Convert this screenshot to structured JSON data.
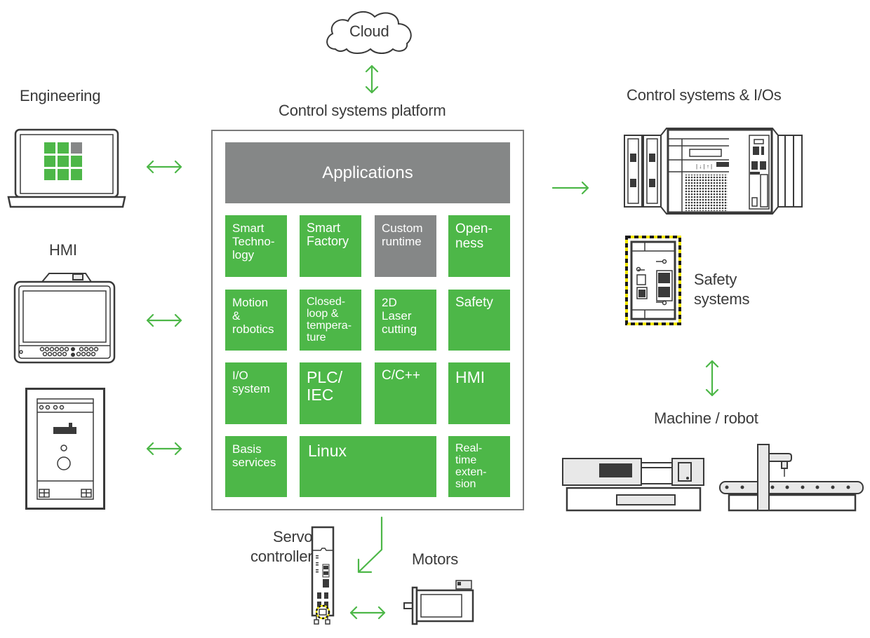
{
  "colors": {
    "accent_green": "#4db748",
    "platform_gray": "#858787",
    "outline": "#3a3a3a",
    "safety_yellow": "#f5e800"
  },
  "cloud": {
    "label": "Cloud",
    "icon": "cloud-icon"
  },
  "platform": {
    "title": "Control systems platform",
    "applications_label": "Applications",
    "tiles": [
      {
        "label": "Smart\nTechno-\nlogy",
        "style": "green"
      },
      {
        "label": "Smart\nFactory",
        "style": "green"
      },
      {
        "label": "Custom\nruntime",
        "style": "gray"
      },
      {
        "label": "Open-\nness",
        "style": "green"
      },
      {
        "label": "Motion\n&\nrobotics",
        "style": "green"
      },
      {
        "label": "Closed-\nloop &\ntempera-\nture",
        "style": "green"
      },
      {
        "label": "2D\nLaser\ncutting",
        "style": "green"
      },
      {
        "label": "Safety",
        "style": "green"
      },
      {
        "label": "I/O\nsystem",
        "style": "green"
      },
      {
        "label": "PLC/\nIEC",
        "style": "green"
      },
      {
        "label": "C/C++",
        "style": "green"
      },
      {
        "label": "HMI",
        "style": "green"
      },
      {
        "label": "Basis\nservices",
        "style": "green"
      },
      {
        "label": "Linux",
        "style": "green"
      },
      {
        "label": "Real-\ntime\nexten-\nsion",
        "style": "green"
      }
    ]
  },
  "left": {
    "engineering_label": "Engineering",
    "hmi_label": "HMI"
  },
  "right": {
    "control_systems_label": "Control systems & I/Os",
    "safety_label": "Safety\nsystems",
    "machine_label": "Machine / robot"
  },
  "bottom": {
    "servo_label": "Servo\ncontroller",
    "motors_label": "Motors"
  }
}
